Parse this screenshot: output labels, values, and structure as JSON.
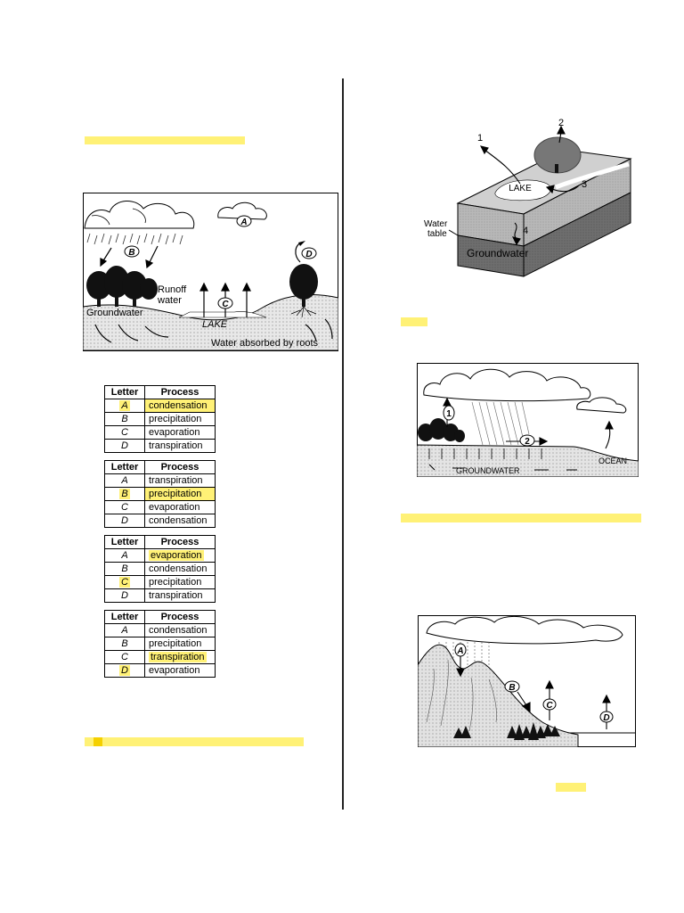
{
  "diagram1": {
    "runoff_label": "Runoff\nwater",
    "groundwater_label": "Groundwater",
    "lake_label": "LAKE",
    "roots_label": "Water absorbed by roots",
    "markers": [
      "A",
      "B",
      "C",
      "D"
    ]
  },
  "tables": [
    {
      "header": [
        "Letter",
        "Process"
      ],
      "rows": [
        [
          "A",
          "condensation"
        ],
        [
          "B",
          "precipitation"
        ],
        [
          "C",
          "evaporation"
        ],
        [
          "D",
          "transpiration"
        ]
      ]
    },
    {
      "header": [
        "Letter",
        "Process"
      ],
      "rows": [
        [
          "A",
          "transpiration"
        ],
        [
          "B",
          "precipitation"
        ],
        [
          "C",
          "evaporation"
        ],
        [
          "D",
          "condensation"
        ]
      ]
    },
    {
      "header": [
        "Letter",
        "Process"
      ],
      "rows": [
        [
          "A",
          "evaporation"
        ],
        [
          "B",
          "condensation"
        ],
        [
          "C",
          "precipitation"
        ],
        [
          "D",
          "transpiration"
        ]
      ]
    },
    {
      "header": [
        "Letter",
        "Process"
      ],
      "rows": [
        [
          "A",
          "condensation"
        ],
        [
          "B",
          "precipitation"
        ],
        [
          "C",
          "transpiration"
        ],
        [
          "D",
          "evaporation"
        ]
      ]
    }
  ],
  "diagram2": {
    "numbers": [
      "1",
      "2",
      "3",
      "4"
    ],
    "lake_label": "LAKE",
    "water_table_label": "Water\ntable",
    "groundwater_label": "Groundwater"
  },
  "diagram3": {
    "numbers": [
      "1",
      "2"
    ],
    "groundwater_label": "GROUNDWATER",
    "ocean_label": "OCEAN"
  },
  "diagram4": {
    "markers": [
      "A",
      "B",
      "C",
      "D"
    ]
  },
  "highlight_color": "#fff176"
}
